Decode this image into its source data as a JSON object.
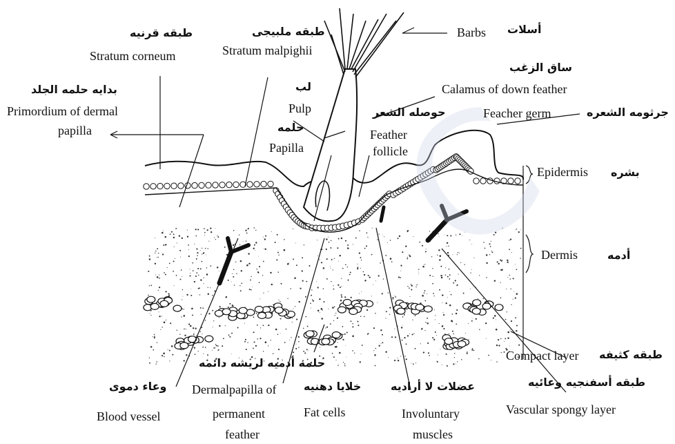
{
  "labels": {
    "stratum_corneum_ar": "طبقه قرنيه",
    "stratum_corneum_en": "Stratum corneum",
    "stratum_malpighii_ar": "طبقه ملبيجى",
    "stratum_malpighii_en": "Stratum malpighii",
    "barbs_ar": "أسلات",
    "barbs_en": "Barbs",
    "calamus_ar": "ساق الزغب",
    "calamus_en": "Calamus of down feather",
    "primordium_ar": "بدايه حلمه الجلد",
    "primordium_en_1": "Primordium of dermal",
    "primordium_en_2": "papilla",
    "pulp_ar": "لب",
    "pulp_en": "Pulp",
    "papilla_ar": "حلمه",
    "papilla_en": "Papilla",
    "follicle_ar": "حوصله الشعر",
    "follicle_en_1": "Feather",
    "follicle_en_2": "follicle",
    "germ_en": "Feacher germ",
    "germ_ar": "جرثومه الشعره",
    "epidermis_en": "Epidermis",
    "epidermis_ar": "بشره",
    "dermis_en": "Dermis",
    "dermis_ar": "أدمه",
    "compact_en": "Compact layer",
    "compact_ar": "طبقه كثيفه",
    "dermal_papilla_ar": "حلمه أدميه لريشه دائمه",
    "blood_vessel_ar": "وعاء دموى",
    "blood_vessel_en": "Blood vessel",
    "dermalpapilla_en_1": "Dermalpapilla of",
    "dermalpapilla_en_2": "permanent",
    "dermalpapilla_en_3": "feather",
    "fat_ar": "خلايا دهنيه",
    "fat_en": "Fat cells",
    "muscles_ar": "عضلات لا أراديه",
    "muscles_en_1": "Involuntary",
    "muscles_en_2": "muscles",
    "vascular_ar": "طبقه أسفنجيه وعائيه",
    "vascular_en": "Vascular spongy layer"
  }
}
